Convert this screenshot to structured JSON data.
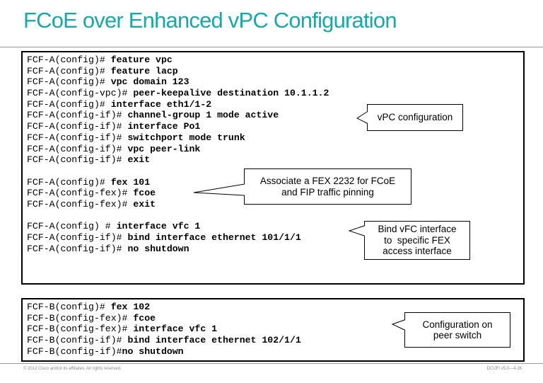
{
  "title": "FCoE over Enhanced vPC Configuration",
  "terminal_a": [
    {
      "prompt": "FCF-A(config)# ",
      "cmd": "feature vpc"
    },
    {
      "prompt": "FCF-A(config)# ",
      "cmd": "feature lacp"
    },
    {
      "prompt": "FCF-A(config)# ",
      "cmd": "vpc domain 123"
    },
    {
      "prompt": "FCF-A(config-vpc)# ",
      "cmd": "peer-keepalive destination 10.1.1.2"
    },
    {
      "prompt": "FCF-A(config)# ",
      "cmd": "interface eth1/1-2"
    },
    {
      "prompt": "FCF-A(config-if)# ",
      "cmd": "channel-group 1 mode active"
    },
    {
      "prompt": "FCF-A(config-if)# ",
      "cmd": "interface Po1"
    },
    {
      "prompt": "FCF-A(config-if)# ",
      "cmd": "switchport mode trunk"
    },
    {
      "prompt": "FCF-A(config-if)# ",
      "cmd": "vpc peer-link"
    },
    {
      "prompt": "FCF-A(config-if)# ",
      "cmd": "exit"
    },
    {
      "prompt": "",
      "cmd": ""
    },
    {
      "prompt": "FCF-A(config)# ",
      "cmd": "fex 101"
    },
    {
      "prompt": "FCF-A(config-fex)# ",
      "cmd": "fcoe"
    },
    {
      "prompt": "FCF-A(config-fex)# ",
      "cmd": "exit"
    },
    {
      "prompt": "",
      "cmd": ""
    },
    {
      "prompt": "FCF-A(config) # ",
      "cmd": "interface vfc 1"
    },
    {
      "prompt": "FCF-A(config-if)# ",
      "cmd": "bind interface ethernet 101/1/1"
    },
    {
      "prompt": "FCF-A(config-if)# ",
      "cmd": "no shutdown"
    }
  ],
  "terminal_b": [
    {
      "prompt": "FCF-B(config)# ",
      "cmd": "fex 102"
    },
    {
      "prompt": "FCF-B(config-fex)# ",
      "cmd": "fcoe"
    },
    {
      "prompt": "FCF-B(config-fex)# ",
      "cmd": "interface vfc 1"
    },
    {
      "prompt": "FCF-B(config-if)# ",
      "cmd": "bind interface ethernet 102/1/1"
    },
    {
      "prompt": "FCF-B(config-if)#",
      "cmd": "no shutdown"
    }
  ],
  "callouts": {
    "vpc": [
      "vPC configuration"
    ],
    "fex": [
      "Associate a FEX 2232 for FCoE",
      "and FIP traffic pinning"
    ],
    "vfc": [
      "Bind vFC interface",
      "to  specific FEX",
      "access interface"
    ],
    "peer": [
      "Configuration on",
      "peer switch"
    ]
  },
  "footer": {
    "left": "© 2012 Cisco and/or its affiliates. All rights reserved.",
    "right": "DCUFI v5.0—4-26"
  }
}
